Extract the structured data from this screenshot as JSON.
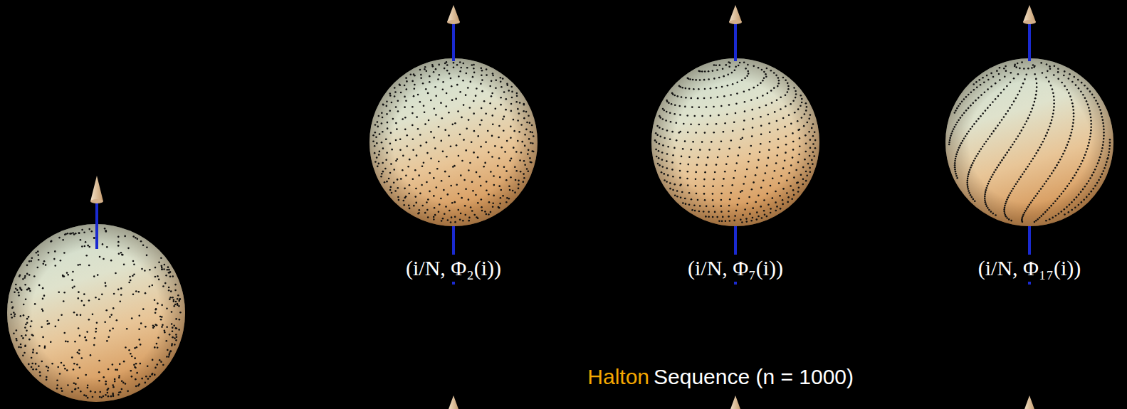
{
  "diagram": {
    "labels": [
      "(i/N, Φ₂(i))",
      "(i/N, Φ₇(i))",
      "(i/N, Φ₁₇(i))",
      "Halton",
      "Sequence (n = 1000)"
    ]
  }
}
